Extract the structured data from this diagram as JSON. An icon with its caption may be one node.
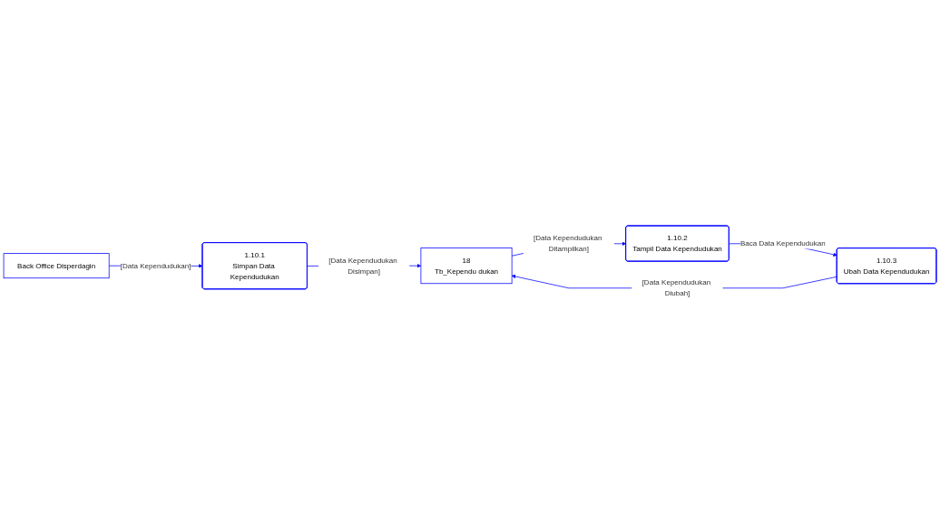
{
  "diagram": {
    "nodes": [
      {
        "text": [
          "Back Office Disperdagin"
        ]
      },
      {
        "text": [
          "1.10.1",
          "Simpan Data Kependudukan"
        ]
      },
      {
        "text": [
          "18",
          "Tb_Kependu dukan"
        ]
      },
      {
        "text": [
          "1.10.2",
          "Tampil Data Kependudukan"
        ]
      },
      {
        "text": [
          "1.10.3",
          "Ubah Data Kependudukan"
        ]
      }
    ],
    "edges": [
      {
        "from": 0,
        "to": 1,
        "arrow": "to",
        "label": "[Data Kependudukan]"
      },
      {
        "from": 1,
        "to": 2,
        "arrow": "to",
        "label": "[Data Kependudukan Disimpan]"
      },
      {
        "from": 2,
        "to": 3,
        "arrow": "to",
        "label": "[Data Kependudukan Ditampilkan]"
      },
      {
        "from": 3,
        "to": 4,
        "arrow": "to",
        "label": "Baca Data Kependudukan"
      },
      {
        "from": 4,
        "to": 2,
        "arrow": "to",
        "label": "[Data Kependudukan Diubah]"
      }
    ]
  }
}
